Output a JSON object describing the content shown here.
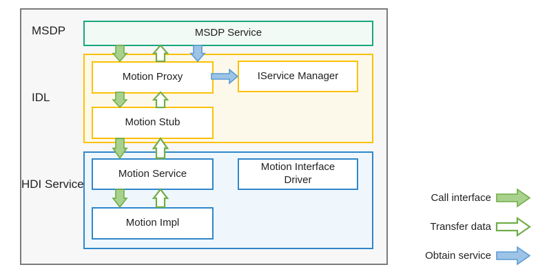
{
  "colors": {
    "text": "#1f1f1f",
    "outer_border": "#7a7a7a",
    "outer_fill": "#f7f7f7",
    "teal_border": "#17a67e",
    "teal_fill": "#f2faf5",
    "yellow_border": "#fcc004",
    "yellow_fill": "#fdf9ea",
    "blue_border": "#2e86ca",
    "blue_fill": "#eff7fd",
    "green_arrow_fill": "#a9d18e",
    "green_arrow_stroke": "#70ad47",
    "blue_arrow_fill": "#9dc3e6",
    "blue_arrow_stroke": "#5b9bd5"
  },
  "layers": {
    "msdp": {
      "label": "MSDP"
    },
    "idl": {
      "label": "IDL"
    },
    "hdi": {
      "label": "HDI Service"
    }
  },
  "boxes": {
    "msdp_service": "MSDP Service",
    "motion_proxy": "Motion Proxy",
    "iservice_manager": "IService Manager",
    "motion_stub": "Motion Stub",
    "motion_service": "Motion Service",
    "motion_interface_driver": "Motion Interface Driver",
    "motion_impl": "Motion Impl"
  },
  "legend": {
    "items": [
      {
        "label": "Call interface",
        "arrow": "green-filled"
      },
      {
        "label": "Transfer data",
        "arrow": "green-outline"
      },
      {
        "label": "Obtain service",
        "arrow": "blue-filled"
      }
    ]
  }
}
